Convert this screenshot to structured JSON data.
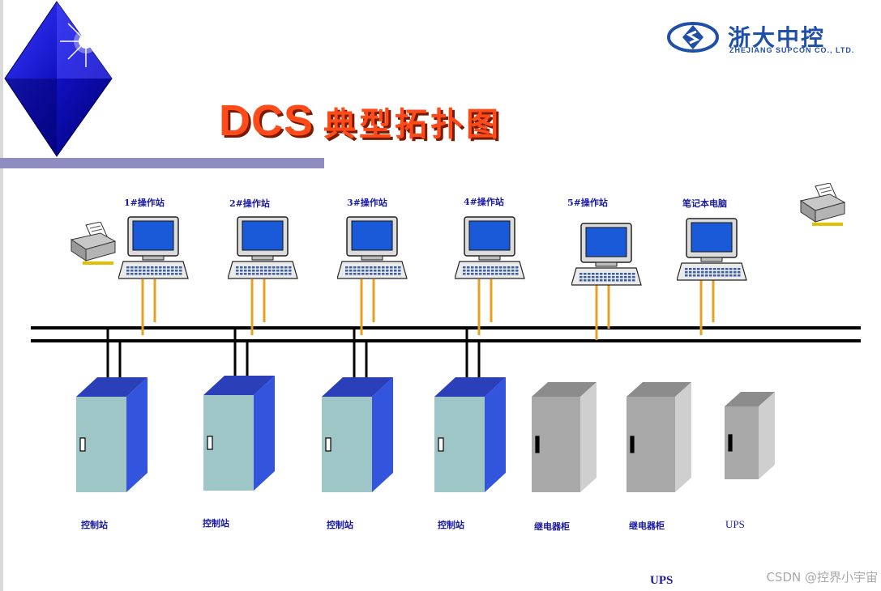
{
  "header": {
    "title_latin": "DCS",
    "title_cn": "典型拓扑图",
    "logo_cn": "浙大中控",
    "logo_en": "ZHEJIANG SUPCON CO., LTD."
  },
  "workstations": [
    {
      "label": "1#操作站"
    },
    {
      "label": "2#操作站"
    },
    {
      "label": "3#操作站"
    },
    {
      "label": "4#操作站"
    },
    {
      "label": "5#操作站"
    },
    {
      "label": "笔记本电脑"
    }
  ],
  "cabinets": [
    {
      "label": "控制站",
      "kind": "control"
    },
    {
      "label": "控制站",
      "kind": "control"
    },
    {
      "label": "控制站",
      "kind": "control"
    },
    {
      "label": "控制站",
      "kind": "control"
    },
    {
      "label": "继电器柜",
      "kind": "relay"
    },
    {
      "label": "继电器柜",
      "kind": "relay"
    },
    {
      "label": "UPS",
      "kind": "ups"
    }
  ],
  "footer": {
    "ups_label": "UPS",
    "watermark": "CSDN @控界小宇宙"
  },
  "colors": {
    "title": "#ff4a1a",
    "label": "#1a1aa0",
    "control_front": "#9fc6c6",
    "control_top": "#2a3fb8",
    "control_side": "#3355dd",
    "relay_front": "#a8a8a8",
    "cable": "#e8a020",
    "bus": "#000000"
  }
}
